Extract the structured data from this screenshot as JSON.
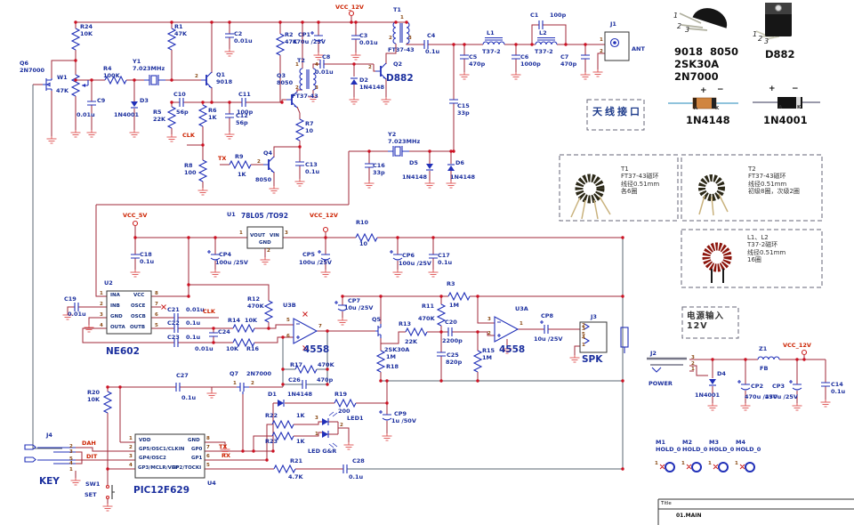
{
  "colors": {
    "wire": "#a12a3a",
    "component": "#2130b8",
    "ground": "#e06060",
    "junction": "#cc1122",
    "label": "#1b2f9e",
    "net_label": "#cc2200"
  },
  "title_block": {
    "title_label": "Title",
    "document": "01.MAIN"
  },
  "notes": {
    "antenna": "天线接口",
    "power_input": "电源输入\n12V",
    "t1": "T1\nFT37-43磁环\n线径0.51mm\n各6圈",
    "t2": "T2\nFT37-43磁环\n线径0.51mm\n初级8圈，次级2圈",
    "l1l2": "L1、L2\nT37-2磁环\n线径0.51mm\n16圈"
  },
  "labels": [
    [
      90,
      27,
      "R24\n10K",
      "l"
    ],
    [
      196,
      27,
      "R1\n47K",
      "l"
    ],
    [
      263,
      35,
      "C2\n0.01u",
      "l"
    ],
    [
      320,
      36,
      "R2\n47K",
      "l"
    ],
    [
      22,
      68,
      "Q6\n2N7000",
      "l"
    ],
    [
      64,
      84,
      "W1",
      "l"
    ],
    [
      63,
      99,
      "47K",
      "l"
    ],
    [
      116,
      74,
      "R4\n100K",
      "l"
    ],
    [
      149,
      66,
      "Y1\n7.023MHz",
      "l"
    ],
    [
      109,
      110,
      "C9",
      "l"
    ],
    [
      86,
      126,
      "0.01u",
      "l"
    ],
    [
      157,
      110,
      "D3",
      "l"
    ],
    [
      128,
      126,
      "1N4001",
      "l"
    ],
    [
      243,
      81,
      "Q1\n9018",
      "l"
    ],
    [
      195,
      103,
      "C10",
      "l"
    ],
    [
      198,
      123,
      "56p",
      "l"
    ],
    [
      268,
      103,
      "C11",
      "l"
    ],
    [
      266,
      123,
      "100p",
      "l"
    ],
    [
      172,
      123,
      "R5\n22K",
      "l"
    ],
    [
      234,
      121,
      "R6\n1K",
      "l"
    ],
    [
      265,
      127,
      "C12\n56p",
      "l"
    ],
    [
      207,
      183,
      "R8\n100",
      "l"
    ],
    [
      205,
      149,
      "CLK",
      "n"
    ],
    [
      245,
      175,
      "TX",
      "n"
    ],
    [
      264,
      173,
      "R9",
      "l"
    ],
    [
      267,
      193,
      "1K",
      "l"
    ],
    [
      296,
      169,
      "Q4",
      "l"
    ],
    [
      287,
      199,
      "8050",
      "l"
    ],
    [
      343,
      136,
      "R7\n10",
      "l"
    ],
    [
      343,
      182,
      "C13\n0.1u",
      "l"
    ],
    [
      311,
      82,
      "Q3\n8050",
      "l"
    ],
    [
      334,
      65,
      "T2",
      "l"
    ],
    [
      328,
      105,
      "FT37-43",
      "l"
    ],
    [
      362,
      61,
      "C8",
      "l"
    ],
    [
      354,
      78,
      "0.01u",
      "l"
    ],
    [
      404,
      87,
      "D2\n1N4148",
      "l"
    ],
    [
      377,
      5,
      "VCC_12V",
      "n"
    ],
    [
      335,
      36,
      "CP1",
      "l"
    ],
    [
      329,
      44,
      "470u /25V",
      "l"
    ],
    [
      404,
      37,
      "C3\n0.01u",
      "l"
    ],
    [
      442,
      8,
      "T1",
      "l"
    ],
    [
      450,
      17,
      "1",
      "p"
    ],
    [
      436,
      53,
      "FT37-43",
      "l"
    ],
    [
      442,
      69,
      "Q2",
      "l"
    ],
    [
      434,
      82,
      "D882",
      "b",
      "transistor-d882-label"
    ],
    [
      480,
      37,
      "C4",
      "l"
    ],
    [
      478,
      55,
      "0.1u",
      "l"
    ],
    [
      527,
      61,
      "C5\n470p",
      "l"
    ],
    [
      547,
      34,
      "L1",
      "l"
    ],
    [
      542,
      55,
      "T37-2",
      "l"
    ],
    [
      596,
      14,
      "C1",
      "l"
    ],
    [
      618,
      14,
      "100p",
      "l"
    ],
    [
      606,
      34,
      "L2",
      "l"
    ],
    [
      601,
      55,
      "T37-2",
      "l"
    ],
    [
      585,
      61,
      "C6\n1000p",
      "l"
    ],
    [
      630,
      61,
      "C7\n470p",
      "l"
    ],
    [
      686,
      24,
      "J1",
      "l"
    ],
    [
      710,
      52,
      "ANT",
      "l",
      "antenna-connector-label"
    ],
    [
      514,
      116,
      "C15\n33p",
      "l"
    ],
    [
      436,
      148,
      "Y2\n7.023MHz",
      "l"
    ],
    [
      419,
      183,
      "C16\n33p",
      "l"
    ],
    [
      460,
      180,
      "D5",
      "l"
    ],
    [
      452,
      196,
      "1N4148",
      "l"
    ],
    [
      512,
      180,
      "D6",
      "l"
    ],
    [
      506,
      196,
      "1N4148",
      "l"
    ],
    [
      138,
      239,
      "VCC_5V",
      "n"
    ],
    [
      157,
      283,
      "C18\n0.1u",
      "l"
    ],
    [
      255,
      238,
      "U1",
      "l"
    ],
    [
      271,
      238,
      "78L05 /TO92",
      "lg",
      "ic-78l05-label"
    ],
    [
      246,
      283,
      "CP4",
      "l"
    ],
    [
      242,
      292,
      "100u /25V",
      "l"
    ],
    [
      348,
      239,
      "VCC_12V",
      "n"
    ],
    [
      400,
      247,
      "R10",
      "l"
    ],
    [
      404,
      271,
      "10",
      "l"
    ],
    [
      340,
      283,
      "CP5",
      "l"
    ],
    [
      336,
      292,
      "100u /25V",
      "l"
    ],
    [
      452,
      284,
      "CP6",
      "l"
    ],
    [
      448,
      293,
      "100u /25V",
      "l"
    ],
    [
      492,
      284,
      "C17\n0.1u",
      "l"
    ],
    [
      117,
      315,
      "U2",
      "l"
    ],
    [
      72,
      333,
      "C19",
      "l"
    ],
    [
      76,
      350,
      "0.01u",
      "l"
    ],
    [
      119,
      389,
      "NE602",
      "b",
      "ic-ne602-label"
    ],
    [
      188,
      345,
      "C21",
      "l"
    ],
    [
      209,
      345,
      "0.01u",
      "l"
    ],
    [
      228,
      347,
      "CLK",
      "n"
    ],
    [
      188,
      360,
      "C22",
      "l"
    ],
    [
      209,
      360,
      "0.1u",
      "l"
    ],
    [
      188,
      376,
      "C23",
      "l"
    ],
    [
      209,
      376,
      "0.1u",
      "l"
    ],
    [
      245,
      370,
      "C24",
      "l"
    ],
    [
      219,
      389,
      "0.01u",
      "l"
    ],
    [
      256,
      357,
      "R14",
      "l"
    ],
    [
      275,
      357,
      "10K",
      "l"
    ],
    [
      254,
      389,
      "10K",
      "l"
    ],
    [
      277,
      389,
      "R16",
      "l"
    ],
    [
      278,
      333,
      "R12\n470K",
      "l"
    ],
    [
      318,
      340,
      "U3B",
      "l"
    ],
    [
      341,
      387,
      "4558",
      "b",
      "ic-4558b-label"
    ],
    [
      391,
      335,
      "CP7",
      "l"
    ],
    [
      387,
      343,
      "10u /25V",
      "l"
    ],
    [
      326,
      407,
      "R17",
      "l"
    ],
    [
      357,
      407,
      "470K",
      "l"
    ],
    [
      324,
      424,
      "C26",
      "l"
    ],
    [
      356,
      424,
      "470p",
      "l"
    ],
    [
      418,
      356,
      "Q5",
      "l"
    ],
    [
      432,
      390,
      "2SK30A",
      "l"
    ],
    [
      448,
      361,
      "R13",
      "l"
    ],
    [
      455,
      381,
      "22K",
      "l"
    ],
    [
      434,
      398,
      "1M",
      "l"
    ],
    [
      434,
      409,
      "R18",
      "l"
    ],
    [
      474,
      341,
      "R11",
      "l"
    ],
    [
      470,
      355,
      "470K",
      "l"
    ],
    [
      502,
      316,
      "R3",
      "l"
    ],
    [
      505,
      340,
      "1M",
      "l"
    ],
    [
      500,
      359,
      "C20",
      "l"
    ],
    [
      497,
      380,
      "2200p",
      "l"
    ],
    [
      502,
      396,
      "C25",
      "l"
    ],
    [
      501,
      404,
      "820p",
      "l"
    ],
    [
      542,
      391,
      "R15\n1M",
      "l"
    ],
    [
      579,
      344,
      "U3A",
      "l"
    ],
    [
      561,
      387,
      "4558",
      "b",
      "ic-4558a-label"
    ],
    [
      608,
      352,
      "CP8",
      "l"
    ],
    [
      600,
      378,
      "10u /25V",
      "l"
    ],
    [
      664,
      353,
      "J3",
      "l"
    ],
    [
      654,
      398,
      "SPK",
      "b",
      "speaker-connector-label"
    ],
    [
      98,
      438,
      "R20\n10K",
      "l"
    ],
    [
      198,
      419,
      "C27",
      "l"
    ],
    [
      204,
      444,
      "0.1u",
      "l"
    ],
    [
      258,
      417,
      "Q7",
      "l"
    ],
    [
      277,
      417,
      "2N7000",
      "l"
    ],
    [
      301,
      440,
      "D1",
      "l"
    ],
    [
      323,
      440,
      "1N4148",
      "l"
    ],
    [
      376,
      440,
      "R19",
      "l"
    ],
    [
      380,
      459,
      "200",
      "l"
    ],
    [
      298,
      464,
      "R22",
      "l"
    ],
    [
      333,
      464,
      "1K",
      "l"
    ],
    [
      298,
      493,
      "R23",
      "l"
    ],
    [
      333,
      493,
      "1K",
      "l"
    ],
    [
      390,
      467,
      "LED1",
      "l"
    ],
    [
      346,
      504,
      "LED G&R",
      "l"
    ],
    [
      443,
      462,
      "CP9",
      "l"
    ],
    [
      440,
      470,
      "1u /50V",
      "l"
    ],
    [
      326,
      515,
      "R21",
      "l"
    ],
    [
      324,
      533,
      "4.7K",
      "l"
    ],
    [
      396,
      515,
      "C28",
      "l"
    ],
    [
      392,
      533,
      "0.1u",
      "l"
    ],
    [
      52,
      486,
      "J4",
      "l"
    ],
    [
      44,
      535,
      "KEY",
      "b",
      "key-connector-label"
    ],
    [
      92,
      495,
      "DAH",
      "n"
    ],
    [
      97,
      510,
      "DIT",
      "n"
    ],
    [
      96,
      541,
      "SW1",
      "l"
    ],
    [
      95,
      553,
      "SET",
      "l"
    ],
    [
      233,
      540,
      "U4",
      "l"
    ],
    [
      150,
      545,
      "PIC12F629",
      "b",
      "ic-pic12f629-label"
    ],
    [
      246,
      499,
      "TX",
      "n"
    ],
    [
      249,
      509,
      "RX",
      "n"
    ],
    [
      156,
      492,
      "VDD",
      "i"
    ],
    [
      211,
      492,
      "GND",
      "i"
    ],
    [
      156,
      502,
      "GP5/OSC1/CLKIN",
      "i"
    ],
    [
      215,
      502,
      "GP0",
      "i"
    ],
    [
      156,
      512,
      "GP4/OSC2",
      "i"
    ],
    [
      215,
      512,
      "GP1",
      "i"
    ],
    [
      155,
      523,
      "GP3/MCLR/VPP",
      "i"
    ],
    [
      193,
      523,
      "GP2/TOCKI",
      "i"
    ],
    [
      124,
      329,
      "INA",
      "i"
    ],
    [
      124,
      341,
      "INB",
      "i"
    ],
    [
      124,
      353,
      "GND",
      "i"
    ],
    [
      124,
      365,
      "OUTA",
      "i"
    ],
    [
      150,
      329,
      "VCC",
      "i"
    ],
    [
      147,
      341,
      "OSCE",
      "i"
    ],
    [
      147,
      353,
      "OSCB",
      "i"
    ],
    [
      146,
      365,
      "OUTB",
      "i"
    ],
    [
      281,
      262,
      "VOUT",
      "i"
    ],
    [
      303,
      262,
      "VIN",
      "i"
    ],
    [
      291,
      270,
      "GND",
      "i"
    ],
    [
      731,
      394,
      "J2",
      "l"
    ],
    [
      729,
      428,
      "POWER",
      "l",
      "power-connector-label"
    ],
    [
      806,
      417,
      "D4",
      "l"
    ],
    [
      781,
      441,
      "1N4001",
      "l"
    ],
    [
      853,
      389,
      "Z1",
      "l"
    ],
    [
      854,
      411,
      "FB",
      "l"
    ],
    [
      844,
      431,
      "CP2",
      "l"
    ],
    [
      837,
      443,
      "470u /25V",
      "l"
    ],
    [
      868,
      431,
      "CP3",
      "l"
    ],
    [
      860,
      443,
      "470u /25V",
      "l"
    ],
    [
      934,
      429,
      "C14\n0.1u",
      "l"
    ],
    [
      880,
      385,
      "VCC_12V",
      "n"
    ],
    [
      737,
      494,
      "M1\nHOLD_0",
      "l"
    ],
    [
      767,
      494,
      "M2\nHOLD_0",
      "l"
    ],
    [
      797,
      494,
      "M3\nHOLD_0",
      "l"
    ],
    [
      827,
      494,
      "M4\nHOLD_0",
      "l"
    ],
    [
      736,
      518,
      "1",
      "p"
    ],
    [
      766,
      518,
      "1",
      "p"
    ],
    [
      796,
      518,
      "1",
      "p"
    ],
    [
      826,
      518,
      "1",
      "p"
    ],
    [
      743,
      563,
      "Title",
      "t"
    ],
    [
      760,
      576,
      "01.MAIN",
      "t2",
      "document-title"
    ],
    [
      758,
      52,
      "9018  8050",
      "k",
      "to92-caption"
    ],
    [
      758,
      66,
      "2SK30A",
      "k"
    ],
    [
      758,
      80,
      "2N7000",
      "k"
    ],
    [
      860,
      55,
      "D882",
      "k",
      "to126-caption"
    ],
    [
      771,
      129,
      "1N4148",
      "k"
    ],
    [
      858,
      129,
      "1N4001",
      "k"
    ],
    [
      787,
      97,
      "+",
      "pm"
    ],
    [
      806,
      96,
      "−",
      "pm"
    ],
    [
      780,
      119,
      "A",
      "p2"
    ],
    [
      804,
      119,
      "K",
      "p2"
    ],
    [
      864,
      95,
      "+",
      "pm"
    ],
    [
      890,
      95,
      "−",
      "pm"
    ],
    [
      875,
      118,
      "A",
      "p2"
    ],
    [
      896,
      118,
      "K",
      "p2"
    ],
    [
      757,
      13,
      "1",
      "pi"
    ],
    [
      761,
      25,
      "2",
      "pi"
    ],
    [
      770,
      29,
      "3",
      "pi"
    ],
    [
      846,
      34,
      "1",
      "pi"
    ],
    [
      852,
      39,
      "2",
      "pi"
    ],
    [
      859,
      42,
      "3",
      "pi"
    ],
    [
      666,
      119,
      "天线接口",
      "cj",
      "antenna-note"
    ],
    [
      698,
      186,
      "T1\nFT37-43磁环\n线径0.51mm\n各6圈",
      "c",
      "t1-note"
    ],
    [
      841,
      186,
      "T2\nFT37-43磁环\n线径0.51mm\n初级8圈，次级2圈",
      "c",
      "t2-note"
    ],
    [
      840,
      263,
      "L1、L2\nT37-2磁环\n线径0.51mm\n16圈",
      "c",
      "l1l2-note"
    ],
    [
      772,
      350,
      "电源输入\n12V",
      "cj2",
      "power-input-note"
    ],
    [
      112,
      327,
      "1",
      "p"
    ],
    [
      112,
      339,
      "2",
      "p"
    ],
    [
      112,
      351,
      "3",
      "p"
    ],
    [
      112,
      363,
      "4",
      "p"
    ],
    [
      174,
      327,
      "8",
      "p"
    ],
    [
      174,
      339,
      "7",
      "p"
    ],
    [
      174,
      351,
      "6",
      "p"
    ],
    [
      174,
      363,
      "5",
      "p"
    ],
    [
      269,
      259,
      "1",
      "p"
    ],
    [
      320,
      259,
      "3",
      "p"
    ],
    [
      300,
      279,
      "2",
      "p"
    ],
    [
      322,
      357,
      "5",
      "p"
    ],
    [
      322,
      375,
      "6",
      "p"
    ],
    [
      358,
      364,
      "7",
      "p"
    ],
    [
      548,
      356,
      "3",
      "p"
    ],
    [
      548,
      372,
      "2",
      "p"
    ],
    [
      584,
      361,
      "1",
      "p"
    ],
    [
      145,
      490,
      "1",
      "p"
    ],
    [
      145,
      500,
      "2",
      "p"
    ],
    [
      145,
      510,
      "3",
      "p"
    ],
    [
      145,
      520,
      "4",
      "p"
    ],
    [
      232,
      490,
      "8",
      "p"
    ],
    [
      232,
      500,
      "7",
      "p"
    ],
    [
      232,
      510,
      "6",
      "p"
    ],
    [
      232,
      520,
      "5",
      "p"
    ],
    [
      332,
      70,
      "1",
      "p"
    ],
    [
      354,
      70,
      "4",
      "p"
    ],
    [
      332,
      96,
      "2",
      "p"
    ],
    [
      354,
      96,
      "3",
      "p"
    ],
    [
      437,
      40,
      "2",
      "p"
    ],
    [
      459,
      40,
      "3",
      "p"
    ],
    [
      674,
      42,
      "1",
      "p"
    ],
    [
      674,
      55,
      "2",
      "p"
    ],
    [
      654,
      363,
      "2",
      "p"
    ],
    [
      654,
      367,
      "3",
      "p"
    ],
    [
      654,
      373,
      "5",
      "p"
    ],
    [
      654,
      377,
      "4",
      "p"
    ],
    [
      654,
      385,
      "1",
      "p"
    ],
    [
      78,
      499,
      "2",
      "p"
    ],
    [
      78,
      505,
      "3",
      "p"
    ],
    [
      78,
      513,
      "5",
      "p"
    ],
    [
      78,
      518,
      "4",
      "p"
    ],
    [
      78,
      525,
      "1",
      "p"
    ],
    [
      777,
      399,
      "3",
      "p"
    ],
    [
      777,
      406,
      "2",
      "p"
    ],
    [
      777,
      412,
      "1",
      "p"
    ],
    [
      354,
      467,
      "3",
      "p"
    ],
    [
      354,
      485,
      "1",
      "p"
    ],
    [
      382,
      475,
      "2",
      "p"
    ],
    [
      262,
      428,
      "1",
      "p"
    ],
    [
      282,
      428,
      "2",
      "p"
    ],
    [
      219,
      83,
      "2",
      "p"
    ],
    [
      414,
      73,
      "2",
      "p"
    ],
    [
      289,
      179,
      "2",
      "p"
    ]
  ]
}
